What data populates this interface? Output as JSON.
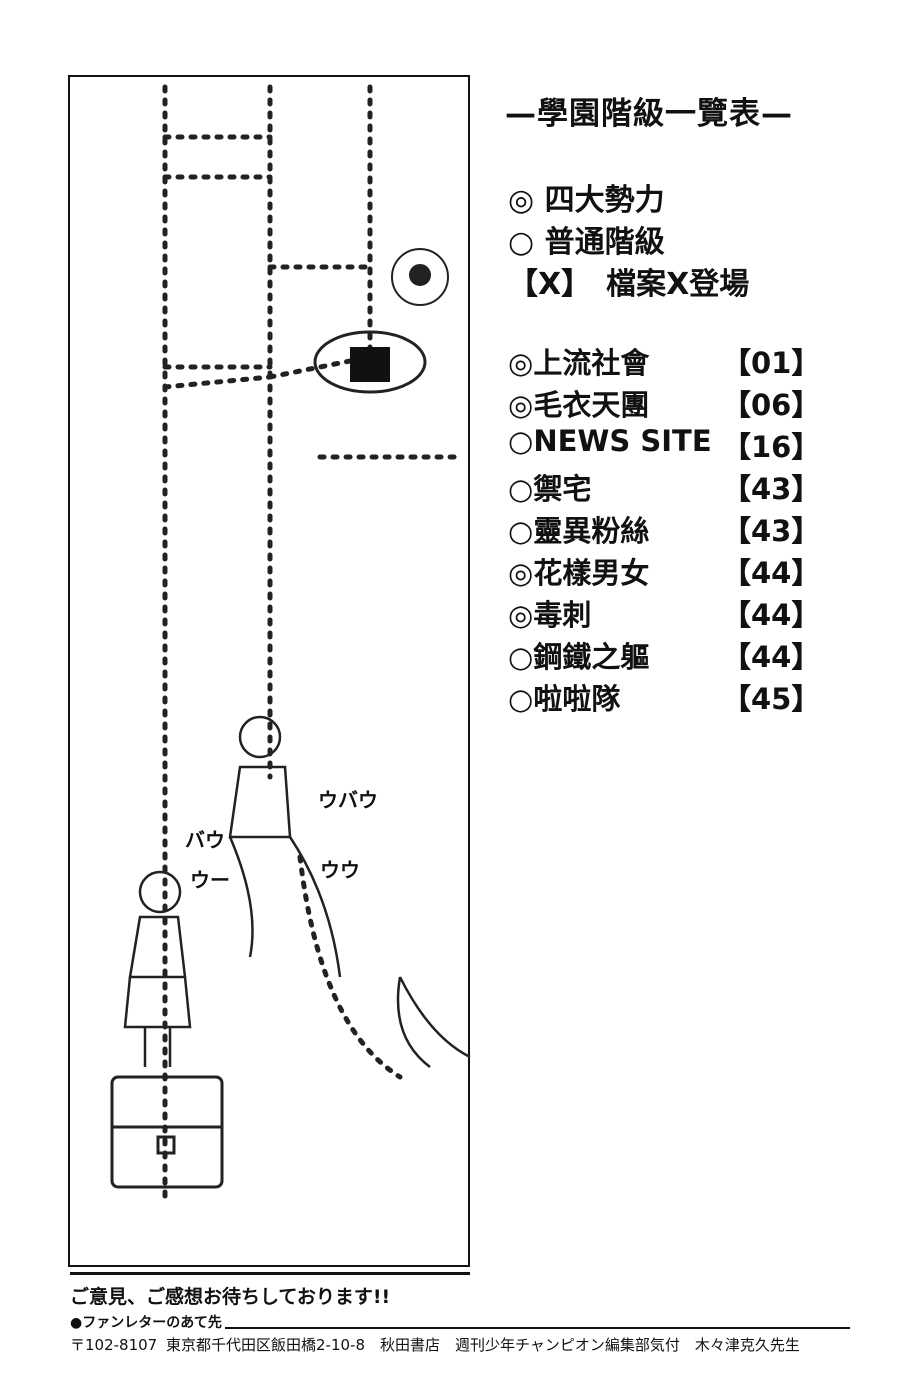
{
  "title": "—學園階級一覽表—",
  "legend": [
    {
      "mark": "◎",
      "label": "四大勢力"
    },
    {
      "mark": "○",
      "label": "普通階級"
    },
    {
      "mark": "【X】",
      "label": "檔案X登場"
    }
  ],
  "rankings": [
    {
      "mark": "◎",
      "name": "上流社會",
      "chapter": "【01】"
    },
    {
      "mark": "◎",
      "name": "毛衣天團",
      "chapter": "【06】"
    },
    {
      "mark": "○",
      "name": "NEWS SITE",
      "chapter": "【16】"
    },
    {
      "mark": "○",
      "name": "禦宅",
      "chapter": "【43】"
    },
    {
      "mark": "○",
      "name": "靈異粉絲",
      "chapter": "【43】"
    },
    {
      "mark": "◎",
      "name": "花樣男女",
      "chapter": "【44】"
    },
    {
      "mark": "◎",
      "name": "毒刺",
      "chapter": "【44】"
    },
    {
      "mark": "○",
      "name": "鋼鐵之軀",
      "chapter": "【44】"
    },
    {
      "mark": "○",
      "name": "啦啦隊",
      "chapter": "【45】"
    }
  ],
  "illustration": {
    "sfx": [
      "バウ",
      "ウー",
      "ウバウ",
      "ウウ"
    ]
  },
  "footer": {
    "line1": "ご意見、ご感想お待ちしております!!",
    "line2": "●ファンレターのあて先",
    "line3": "〒102-8107 東京都千代田区飯田橋2-10-8　秋田書店　週刊少年チャンピオン編集部気付　木々津克久先生"
  }
}
